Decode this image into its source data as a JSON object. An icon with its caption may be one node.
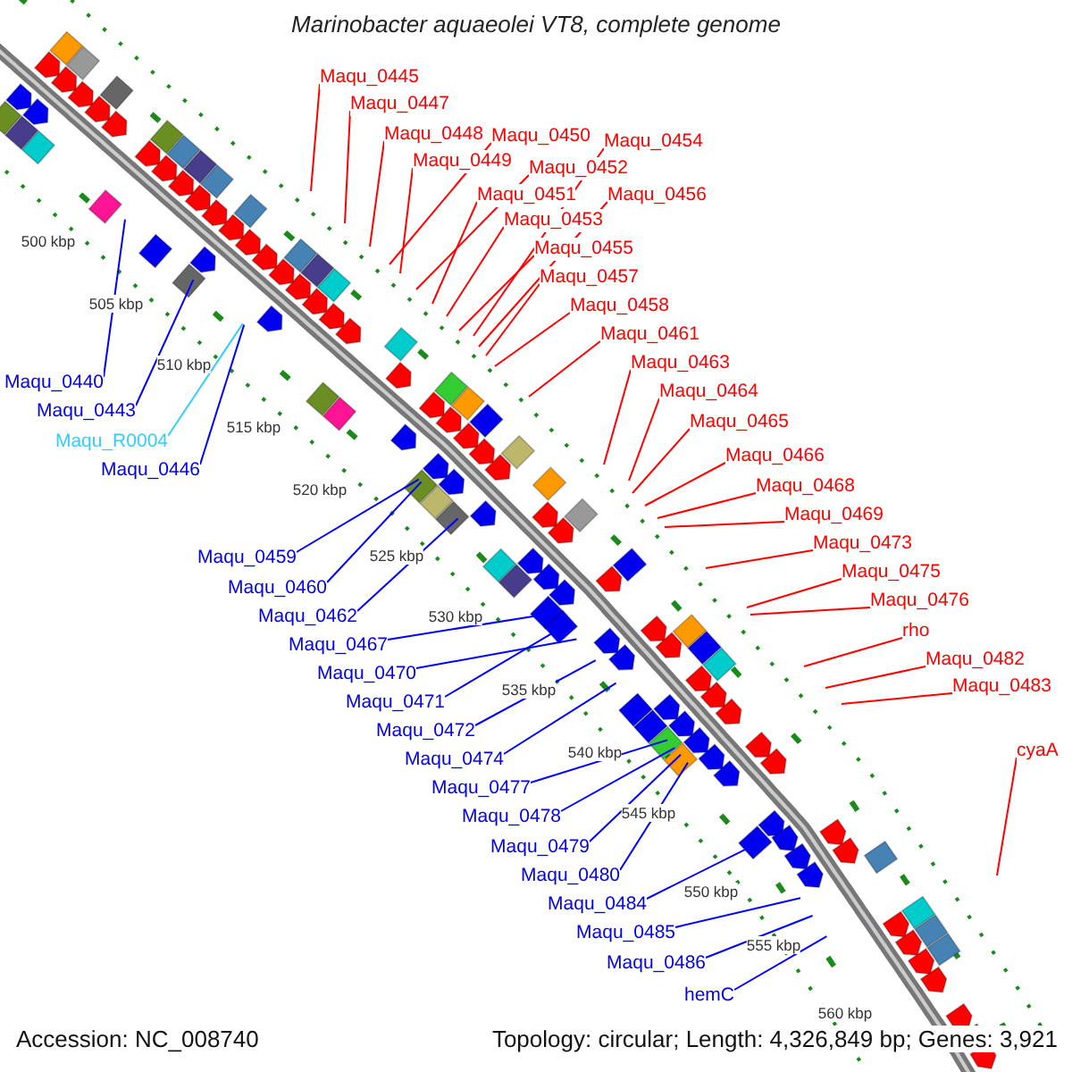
{
  "diagram": {
    "title": "Marinobacter aquaeolei VT8, complete genome",
    "nodes": [
      {
        "text": [
          "Maqu_0445"
        ]
      },
      {
        "text": [
          "Maqu_0447"
        ]
      },
      {
        "text": [
          "Maqu_0448"
        ]
      },
      {
        "text": [
          "Maqu_0450"
        ]
      },
      {
        "text": [
          "Maqu_0454"
        ]
      },
      {
        "text": [
          "Maqu_0449"
        ]
      },
      {
        "text": [
          "Maqu_0452"
        ]
      },
      {
        "text": [
          "Maqu_0456"
        ]
      },
      {
        "text": [
          "Maqu_0451"
        ]
      },
      {
        "text": [
          "Maqu_0453"
        ]
      },
      {
        "text": [
          "Maqu_0455"
        ]
      },
      {
        "text": [
          "Maqu_0457"
        ]
      },
      {
        "text": [
          "Maqu_0458"
        ]
      },
      {
        "text": [
          "Maqu_0461"
        ]
      },
      {
        "text": [
          "Maqu_0463"
        ]
      },
      {
        "text": [
          "Maqu_0464"
        ]
      },
      {
        "text": [
          "Maqu_0465"
        ]
      },
      {
        "text": [
          "Maqu_0466"
        ]
      },
      {
        "text": [
          "Maqu_0468"
        ]
      },
      {
        "text": [
          "Maqu_0469"
        ]
      },
      {
        "text": [
          "Maqu_0473"
        ]
      },
      {
        "text": [
          "Maqu_0475"
        ]
      },
      {
        "text": [
          "Maqu_0476"
        ]
      },
      {
        "text": [
          "rho"
        ]
      },
      {
        "text": [
          "Maqu_0482"
        ]
      },
      {
        "text": [
          "Maqu_0483"
        ]
      },
      {
        "text": [
          "cyaA"
        ]
      },
      {
        "text": [
          "Maqu_0440"
        ]
      },
      {
        "text": [
          "Maqu_0443"
        ]
      },
      {
        "text": [
          "Maqu_R0004"
        ]
      },
      {
        "text": [
          "Maqu_0446"
        ]
      },
      {
        "text": [
          "Maqu_0459"
        ]
      },
      {
        "text": [
          "Maqu_0460"
        ]
      },
      {
        "text": [
          "Maqu_0462"
        ]
      },
      {
        "text": [
          "Maqu_0467"
        ]
      },
      {
        "text": [
          "Maqu_0470"
        ]
      },
      {
        "text": [
          "Maqu_0471"
        ]
      },
      {
        "text": [
          "Maqu_0472"
        ]
      },
      {
        "text": [
          "Maqu_0474"
        ]
      },
      {
        "text": [
          "Maqu_0477"
        ]
      },
      {
        "text": [
          "Maqu_0478"
        ]
      },
      {
        "text": [
          "Maqu_0479"
        ]
      },
      {
        "text": [
          "Maqu_0480"
        ]
      },
      {
        "text": [
          "Maqu_0484"
        ]
      },
      {
        "text": [
          "Maqu_0485"
        ]
      },
      {
        "text": [
          "Maqu_0486"
        ]
      },
      {
        "text": [
          "hemC"
        ]
      }
    ],
    "edges": [
      {
        "from": 0,
        "to": null,
        "arrow": "none"
      },
      {
        "from": 1,
        "to": null,
        "arrow": "none"
      },
      {
        "from": 2,
        "to": null,
        "arrow": "none"
      },
      {
        "from": 3,
        "to": null,
        "arrow": "none"
      },
      {
        "from": 4,
        "to": null,
        "arrow": "none"
      },
      {
        "from": 5,
        "to": null,
        "arrow": "none"
      },
      {
        "from": 6,
        "to": null,
        "arrow": "none"
      },
      {
        "from": 7,
        "to": null,
        "arrow": "none"
      },
      {
        "from": 8,
        "to": null,
        "arrow": "none"
      },
      {
        "from": 9,
        "to": null,
        "arrow": "none"
      },
      {
        "from": 10,
        "to": null,
        "arrow": "none"
      },
      {
        "from": 11,
        "to": null,
        "arrow": "none"
      },
      {
        "from": 12,
        "to": null,
        "arrow": "none"
      },
      {
        "from": 13,
        "to": null,
        "arrow": "none"
      },
      {
        "from": 14,
        "to": null,
        "arrow": "none"
      },
      {
        "from": 15,
        "to": null,
        "arrow": "none"
      },
      {
        "from": 16,
        "to": null,
        "arrow": "none"
      },
      {
        "from": 17,
        "to": null,
        "arrow": "none"
      },
      {
        "from": 18,
        "to": null,
        "arrow": "none"
      },
      {
        "from": 19,
        "to": null,
        "arrow": "none"
      },
      {
        "from": 20,
        "to": null,
        "arrow": "none"
      },
      {
        "from": 21,
        "to": null,
        "arrow": "none"
      },
      {
        "from": 22,
        "to": null,
        "arrow": "none"
      },
      {
        "from": 23,
        "to": null,
        "arrow": "none"
      },
      {
        "from": 24,
        "to": null,
        "arrow": "none"
      },
      {
        "from": 25,
        "to": null,
        "arrow": "none"
      },
      {
        "from": 26,
        "to": null,
        "arrow": "none"
      },
      {
        "from": 27,
        "to": null,
        "arrow": "none",
        "color": "#0000ff"
      },
      {
        "from": 28,
        "to": null,
        "arrow": "none",
        "color": "#0000ff"
      },
      {
        "from": 29,
        "to": null,
        "arrow": "none",
        "color": "#33ccff"
      },
      {
        "from": 30,
        "to": null,
        "arrow": "none",
        "color": "#0000ff"
      },
      {
        "from": 31,
        "to": null,
        "arrow": "none",
        "color": "#0000ff"
      },
      {
        "from": 32,
        "to": null,
        "arrow": "none",
        "color": "#0000ff"
      },
      {
        "from": 33,
        "to": null,
        "arrow": "none",
        "color": "#0000ff"
      },
      {
        "from": 34,
        "to": null,
        "arrow": "none",
        "color": "#0000ff"
      },
      {
        "from": 35,
        "to": null,
        "arrow": "none",
        "color": "#0000ff"
      },
      {
        "from": 36,
        "to": null,
        "arrow": "none",
        "color": "#0000ff"
      },
      {
        "from": 37,
        "to": null,
        "arrow": "none",
        "color": "#0000ff"
      },
      {
        "from": 38,
        "to": null,
        "arrow": "none",
        "color": "#0000ff"
      },
      {
        "from": 39,
        "to": null,
        "arrow": "none",
        "color": "#0000ff"
      },
      {
        "from": 40,
        "to": null,
        "arrow": "none",
        "color": "#0000ff"
      },
      {
        "from": 41,
        "to": null,
        "arrow": "none",
        "color": "#0000ff"
      },
      {
        "from": 42,
        "to": null,
        "arrow": "none",
        "color": "#0000ff"
      },
      {
        "from": 43,
        "to": null,
        "arrow": "none",
        "color": "#0000ff"
      },
      {
        "from": 44,
        "to": null,
        "arrow": "none",
        "color": "#0000ff"
      },
      {
        "from": 45,
        "to": null,
        "arrow": "none",
        "color": "#0000ff"
      },
      {
        "from": 46,
        "to": null,
        "arrow": "none",
        "color": "#0000ff"
      }
    ],
    "labels": [
      "500 kbp",
      "505 kbp",
      "510 kbp",
      "515 kbp",
      "520 kbp",
      "525 kbp",
      "530 kbp",
      "535 kbp",
      "540 kbp",
      "545 kbp",
      "550 kbp",
      "555 kbp",
      "560 kbp",
      "Accession: NC_008740",
      "Topology: circular; Length: 4,326,849 bp; Genes: 3,921"
    ]
  }
}
